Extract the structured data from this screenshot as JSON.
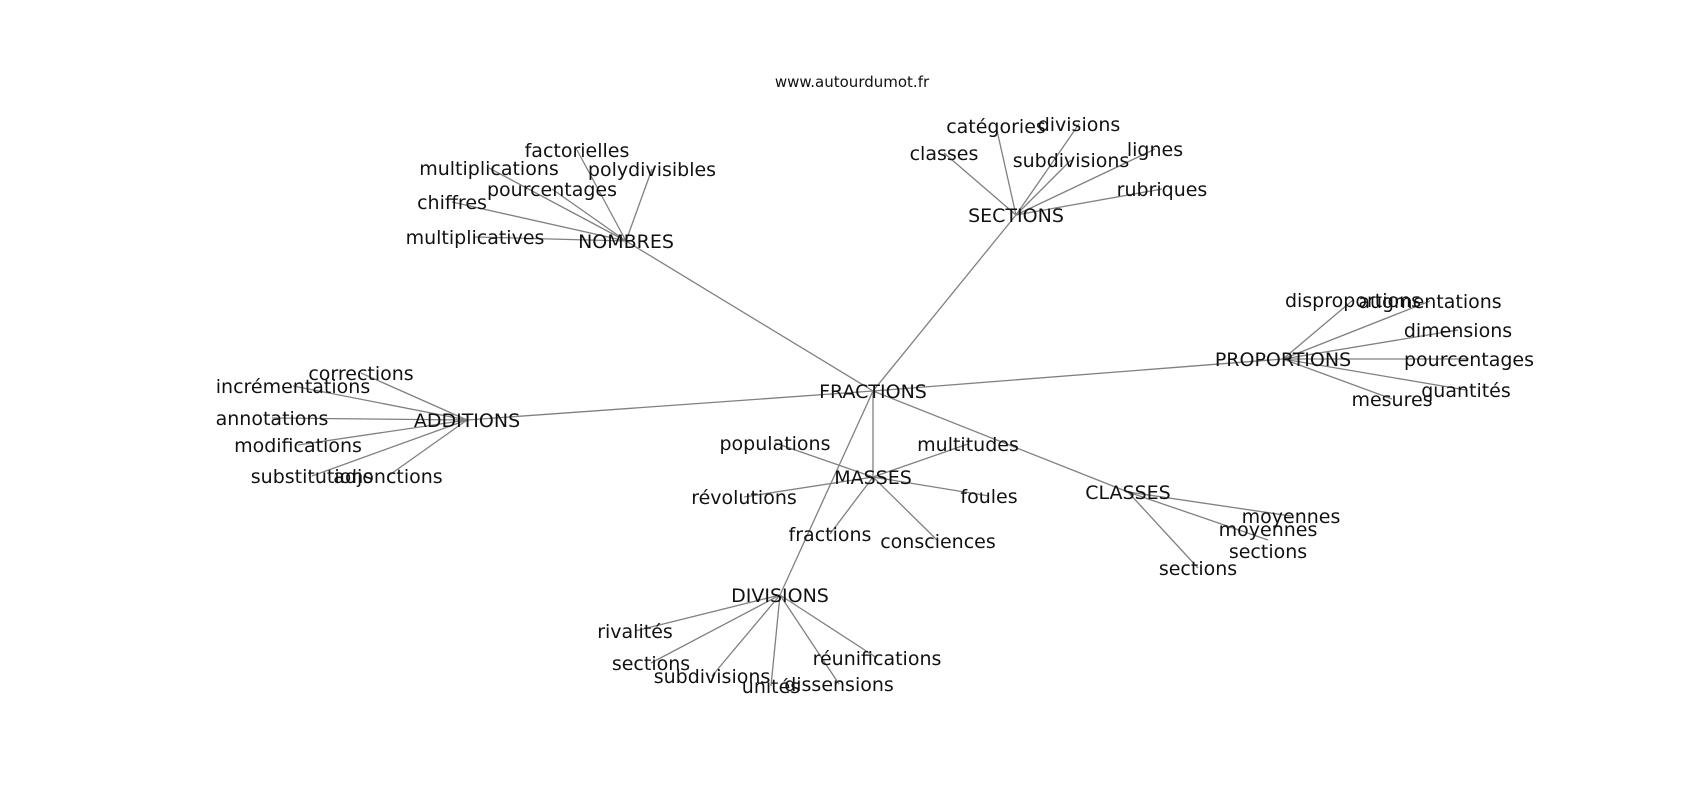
{
  "watermark": "www.autourdumot.fr",
  "colors": {
    "background": "#ffffff",
    "edge": "#808080",
    "text": "#111111"
  },
  "graph": {
    "center": "FRACTIONS",
    "nodes": [
      {
        "id": "fractions_center",
        "label": "FRACTIONS"
      },
      {
        "id": "nombres",
        "label": "NOMBRES"
      },
      {
        "id": "sections_hub",
        "label": "SECTIONS"
      },
      {
        "id": "proportions",
        "label": "PROPORTIONS"
      },
      {
        "id": "additions",
        "label": "ADDITIONS"
      },
      {
        "id": "masses",
        "label": "MASSES"
      },
      {
        "id": "classes_hub",
        "label": "CLASSES"
      },
      {
        "id": "divisions_hub",
        "label": "DIVISIONS"
      },
      {
        "id": "n_factorielles",
        "label": "factorielles"
      },
      {
        "id": "n_multiplications",
        "label": "multiplications"
      },
      {
        "id": "n_polydivisibles",
        "label": "polydivisibles"
      },
      {
        "id": "n_pourcentages",
        "label": "pourcentages"
      },
      {
        "id": "n_chiffres",
        "label": "chiffres"
      },
      {
        "id": "n_multiplicatives",
        "label": "multiplicatives"
      },
      {
        "id": "s_categories",
        "label": "catégories"
      },
      {
        "id": "s_divisions",
        "label": "divisions"
      },
      {
        "id": "s_classes",
        "label": "classes"
      },
      {
        "id": "s_lignes",
        "label": "lignes"
      },
      {
        "id": "s_subdivisions",
        "label": "subdivisions"
      },
      {
        "id": "s_rubriques",
        "label": "rubriques"
      },
      {
        "id": "p_disproportions",
        "label": "disproportions"
      },
      {
        "id": "p_augmentations",
        "label": "augmentations"
      },
      {
        "id": "p_dimensions",
        "label": "dimensions"
      },
      {
        "id": "p_pourcentages",
        "label": "pourcentages"
      },
      {
        "id": "p_quantites",
        "label": "quantités"
      },
      {
        "id": "p_mesures",
        "label": "mesures"
      },
      {
        "id": "a_corrections",
        "label": "corrections"
      },
      {
        "id": "a_incrementations",
        "label": "incrémentations"
      },
      {
        "id": "a_annotations",
        "label": "annotations"
      },
      {
        "id": "a_modifications",
        "label": "modifications"
      },
      {
        "id": "a_substitutions",
        "label": "substitutions"
      },
      {
        "id": "a_adjonctions",
        "label": "adjonctions"
      },
      {
        "id": "m_populations",
        "label": "populations"
      },
      {
        "id": "m_multitudes",
        "label": "multitudes"
      },
      {
        "id": "m_revolutions",
        "label": "révolutions"
      },
      {
        "id": "m_foules",
        "label": "foules"
      },
      {
        "id": "m_fractions",
        "label": "fractions"
      },
      {
        "id": "m_consciences",
        "label": "consciences"
      },
      {
        "id": "c_moyennes",
        "label": "moyennes"
      },
      {
        "id": "c_moyennes_sections",
        "label": "moyennes\nsections"
      },
      {
        "id": "c_sections",
        "label": "sections"
      },
      {
        "id": "d_rivalites",
        "label": "rivalités"
      },
      {
        "id": "d_sections",
        "label": "sections"
      },
      {
        "id": "d_subdivisions",
        "label": "subdivisions"
      },
      {
        "id": "d_unites",
        "label": "unités"
      },
      {
        "id": "d_dissensions",
        "label": "dissensions"
      },
      {
        "id": "d_reunifications",
        "label": "réunifications"
      }
    ],
    "edges": [
      [
        "fractions_center",
        "nombres"
      ],
      [
        "fractions_center",
        "sections_hub"
      ],
      [
        "fractions_center",
        "proportions"
      ],
      [
        "fractions_center",
        "additions"
      ],
      [
        "fractions_center",
        "masses"
      ],
      [
        "fractions_center",
        "classes_hub"
      ],
      [
        "fractions_center",
        "divisions_hub"
      ],
      [
        "nombres",
        "n_factorielles"
      ],
      [
        "nombres",
        "n_multiplications"
      ],
      [
        "nombres",
        "n_polydivisibles"
      ],
      [
        "nombres",
        "n_pourcentages"
      ],
      [
        "nombres",
        "n_chiffres"
      ],
      [
        "nombres",
        "n_multiplicatives"
      ],
      [
        "sections_hub",
        "s_categories"
      ],
      [
        "sections_hub",
        "s_divisions"
      ],
      [
        "sections_hub",
        "s_classes"
      ],
      [
        "sections_hub",
        "s_lignes"
      ],
      [
        "sections_hub",
        "s_subdivisions"
      ],
      [
        "sections_hub",
        "s_rubriques"
      ],
      [
        "proportions",
        "p_disproportions"
      ],
      [
        "proportions",
        "p_augmentations"
      ],
      [
        "proportions",
        "p_dimensions"
      ],
      [
        "proportions",
        "p_pourcentages"
      ],
      [
        "proportions",
        "p_quantites"
      ],
      [
        "proportions",
        "p_mesures"
      ],
      [
        "additions",
        "a_corrections"
      ],
      [
        "additions",
        "a_incrementations"
      ],
      [
        "additions",
        "a_annotations"
      ],
      [
        "additions",
        "a_modifications"
      ],
      [
        "additions",
        "a_substitutions"
      ],
      [
        "additions",
        "a_adjonctions"
      ],
      [
        "masses",
        "m_populations"
      ],
      [
        "masses",
        "m_multitudes"
      ],
      [
        "masses",
        "m_revolutions"
      ],
      [
        "masses",
        "m_foules"
      ],
      [
        "masses",
        "m_fractions"
      ],
      [
        "masses",
        "m_consciences"
      ],
      [
        "classes_hub",
        "c_moyennes"
      ],
      [
        "classes_hub",
        "c_moyennes_sections"
      ],
      [
        "classes_hub",
        "c_sections"
      ],
      [
        "divisions_hub",
        "d_rivalites"
      ],
      [
        "divisions_hub",
        "d_sections"
      ],
      [
        "divisions_hub",
        "d_subdivisions"
      ],
      [
        "divisions_hub",
        "d_unites"
      ],
      [
        "divisions_hub",
        "d_dissensions"
      ],
      [
        "divisions_hub",
        "d_reunifications"
      ]
    ]
  }
}
